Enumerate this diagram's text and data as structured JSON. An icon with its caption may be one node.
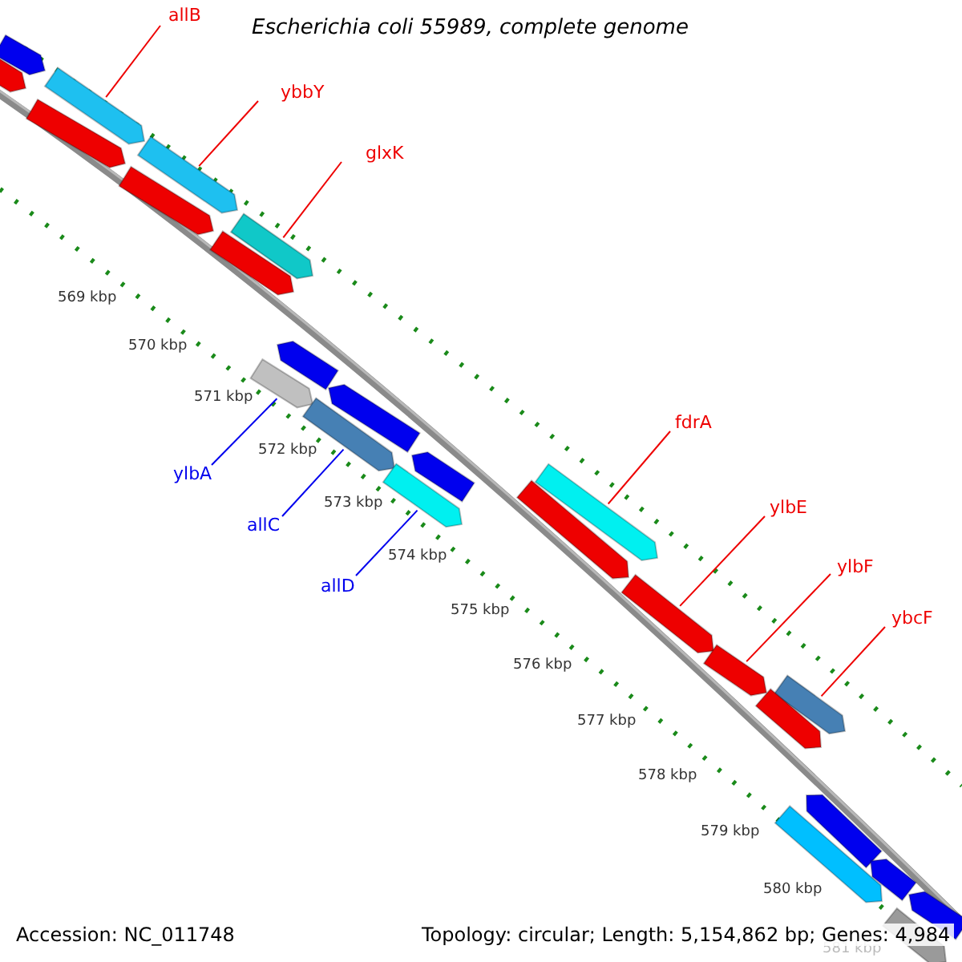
{
  "diagram": {
    "title": "Escherichia coli 55989, complete genome",
    "nodes": [
      {
        "text": [
          "allB"
        ]
      },
      {
        "text": [
          "ybbY"
        ]
      },
      {
        "text": [
          "glxK"
        ]
      },
      {
        "text": [
          "ylbA"
        ]
      },
      {
        "text": [
          "allC"
        ]
      },
      {
        "text": [
          "allD"
        ]
      },
      {
        "text": [
          "fdrA"
        ]
      },
      {
        "text": [
          "ylbE"
        ]
      },
      {
        "text": [
          "ylbF"
        ]
      },
      {
        "text": [
          "ybcF"
        ]
      },
      {
        "text": [],
        "shape": "bar"
      },
      {
        "text": [],
        "shape": "bar"
      },
      {
        "text": [],
        "shape": "bar"
      },
      {
        "text": [],
        "shape": "bar"
      },
      {
        "text": [],
        "shape": "bar"
      },
      {
        "text": [],
        "shape": "bar"
      },
      {
        "text": [],
        "shape": "bar"
      },
      {
        "text": [],
        "shape": "bar"
      },
      {
        "text": [],
        "shape": "bar"
      },
      {
        "text": [],
        "shape": "bar"
      },
      {
        "text": [],
        "shape": "bar"
      },
      {
        "text": [],
        "shape": "bar"
      },
      {
        "text": [],
        "shape": "bar"
      },
      {
        "text": [],
        "shape": "bar"
      },
      {
        "text": [],
        "shape": "bar"
      },
      {
        "text": [],
        "shape": "bar"
      },
      {
        "text": [],
        "shape": "bar"
      },
      {
        "text": [],
        "shape": "bar"
      },
      {
        "text": [],
        "shape": "bar"
      },
      {
        "text": [],
        "shape": "bar"
      },
      {
        "text": [],
        "shape": "bar"
      },
      {
        "text": [],
        "shape": "bar"
      },
      {
        "text": [],
        "shape": "bar"
      },
      {
        "text": [],
        "shape": "bar"
      },
      {
        "text": [],
        "shape": "bar"
      }
    ],
    "edges": [
      {
        "from": 0,
        "to": 12,
        "arrow": "none"
      },
      {
        "from": 1,
        "to": 14,
        "arrow": "none"
      },
      {
        "from": 2,
        "to": 16,
        "arrow": "none"
      },
      {
        "from": 3,
        "to": 19,
        "arrow": "none",
        "color": "#0000ee"
      },
      {
        "from": 4,
        "to": 21,
        "arrow": "none",
        "color": "#0000ee"
      },
      {
        "from": 5,
        "to": 23,
        "arrow": "none",
        "color": "#0000ee"
      },
      {
        "from": 6,
        "to": 24,
        "arrow": "none"
      },
      {
        "from": 7,
        "to": 26,
        "arrow": "none"
      },
      {
        "from": 8,
        "to": 27,
        "arrow": "none"
      },
      {
        "from": 9,
        "to": 28,
        "arrow": "none"
      }
    ],
    "labels": [
      "569 kbp",
      "570 kbp",
      "571 kbp",
      "572 kbp",
      "573 kbp",
      "574 kbp",
      "575 kbp",
      "576 kbp",
      "577 kbp",
      "578 kbp",
      "579 kbp",
      "580 kbp",
      "581 kbp",
      "Accession: NC_011748",
      "Topology: circular; Length: 5,154,862 bp; Genes: 4,984"
    ]
  }
}
